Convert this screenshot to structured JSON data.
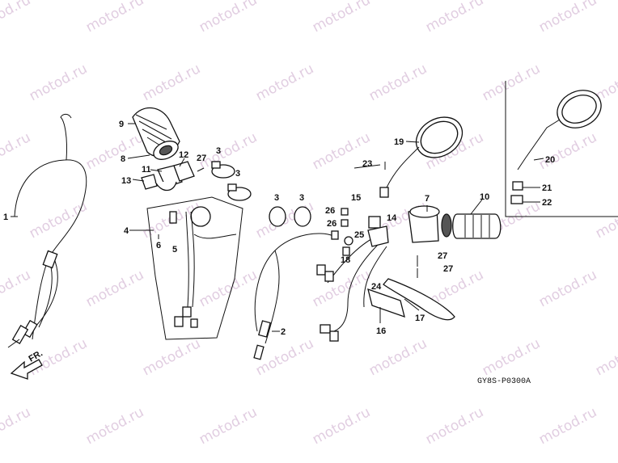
{
  "watermark": "motod.ru",
  "diagram_code": "GY8S-P0300A",
  "direction_label": "FR.",
  "callouts": {
    "c1": "1",
    "c2": "2",
    "c3a": "3",
    "c3b": "3",
    "c3c": "3",
    "c3d": "3",
    "c4": "4",
    "c5": "5",
    "c6": "6",
    "c7": "7",
    "c8": "8",
    "c9": "9",
    "c10": "10",
    "c11": "11",
    "c12": "12",
    "c13": "13",
    "c14": "14",
    "c15": "15",
    "c16": "16",
    "c17": "17",
    "c18": "18",
    "c19": "19",
    "c20": "20",
    "c21": "21",
    "c22": "22",
    "c23": "23",
    "c24": "24",
    "c25": "25",
    "c26a": "26",
    "c26b": "26",
    "c27a": "27",
    "c27b": "27",
    "c27c": "27"
  }
}
